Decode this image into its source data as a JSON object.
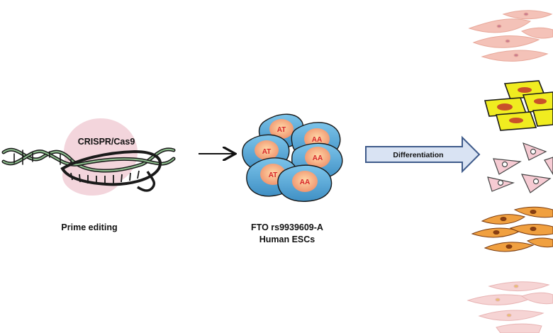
{
  "complex_label": "CRISPR/Cas9",
  "method_label": "Prime editing",
  "cells_title_line1": "FTO rs9939609-A",
  "cells_title_line2": "Human ESCs",
  "genotypes": [
    "AT",
    "AA",
    "AT",
    "AA",
    "AT",
    "AA"
  ],
  "differentiation_label": "Differentiation",
  "colors": {
    "cas9_blob": "#f3d5dc",
    "dna_strand": "#5a8a5a",
    "cell_outer": "#5aaad8",
    "cell_nucleus": "#f2a27a",
    "genotype_text": "#d8262b",
    "arrow_fill": "#d9e3f3",
    "arrow_stroke": "#3e5a8a",
    "fibroblast": "#f4c2b8",
    "adipocyte": "#f0ec20",
    "cardio_cell": "#f6cbd3",
    "neuron_like": "#f0a040",
    "muscle_cell": "#f6d4d4"
  }
}
